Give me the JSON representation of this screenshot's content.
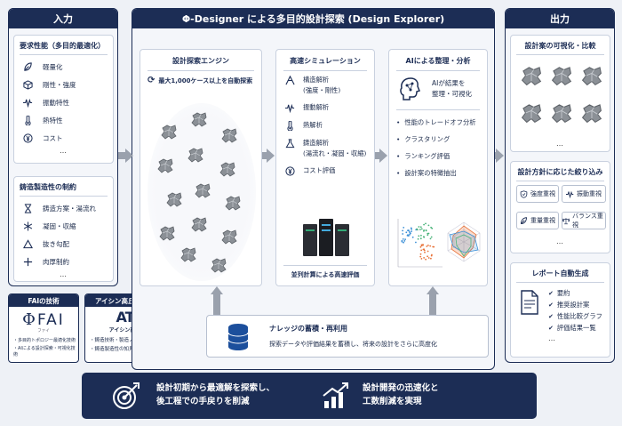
{
  "input": {
    "title": "入力",
    "req": {
      "title": "要求性能（多目的最適化）",
      "items": [
        {
          "icon": "leaf-icon",
          "label": "軽量化"
        },
        {
          "icon": "cube-icon",
          "label": "剛性・強度"
        },
        {
          "icon": "wave-icon",
          "label": "振動特性"
        },
        {
          "icon": "thermometer-icon",
          "label": "熱特性"
        },
        {
          "icon": "yen-icon",
          "label": "コスト"
        }
      ],
      "more": "…"
    },
    "cast": {
      "title": "鋳造製造性の制約",
      "items": [
        {
          "icon": "hourglass-icon",
          "label": "鋳造方案・湯流れ"
        },
        {
          "icon": "snowflake-icon",
          "label": "凝固・収縮"
        },
        {
          "icon": "triangle-icon",
          "label": "抜き勾配"
        },
        {
          "icon": "plus-icon",
          "label": "肉厚制約"
        }
      ],
      "more": "…"
    }
  },
  "fai": {
    "title": "FAIの技術",
    "logo": "FAI",
    "logo_sub": "ファイ",
    "items": [
      "・多目的トポロジー最適化技術",
      "・AIによる設計探索・可視化技術"
    ]
  },
  "aisin": {
    "title": "アイシン高丘の強み",
    "logo_name": "アイシン高丘",
    "items": [
      "・鋳造技術・製造ノウハウ",
      "・鋳造製造性の知見"
    ]
  },
  "center": {
    "title": "Φ-Designer による多目的設計探索 (Design Explorer)",
    "engine": {
      "title": "設計探索エンジン",
      "note": "最大1,000ケース以上を自動探索"
    },
    "sim": {
      "title": "高速シミュレーション",
      "items": [
        {
          "icon": "structure-icon",
          "label": "構造解析",
          "sub": "(強度・剛性)"
        },
        {
          "icon": "wave-icon",
          "label": "振動解析",
          "sub": ""
        },
        {
          "icon": "thermometer-icon",
          "label": "熱解析",
          "sub": ""
        },
        {
          "icon": "flask-icon",
          "label": "鋳造解析",
          "sub": "(湯流れ・凝固・収縮)"
        },
        {
          "icon": "yen-icon",
          "label": "コスト評価",
          "sub": ""
        }
      ],
      "footer": "並列計算による高速評価"
    },
    "ai": {
      "title": "AIによる整理・分析",
      "lead": "AIが結果を\n整理・可視化",
      "items": [
        "性能のトレードオフ分析",
        "クラスタリング",
        "ランキング評価",
        "設計案の特徴抽出"
      ]
    },
    "knowledge": {
      "title": "ナレッジの蓄積・再利用",
      "text": "探索データや評価結果を蓄積し、将来の設計をさらに高度化"
    }
  },
  "output": {
    "title": "出力",
    "vis": {
      "title": "設計案の可視化・比較",
      "more": "…"
    },
    "filter": {
      "title": "設計方針に応じた絞り込み",
      "buttons": [
        {
          "icon": "shield-icon",
          "label": "強度重視"
        },
        {
          "icon": "wave-icon",
          "label": "振動重視"
        },
        {
          "icon": "leaf-icon",
          "label": "重量重視"
        },
        {
          "icon": "scale-icon",
          "label": "バランス重視"
        }
      ],
      "more": "…"
    },
    "report": {
      "title": "レポート自動生成",
      "items": [
        "要約",
        "推奨設計案",
        "性能比較グラフ",
        "評価結果一覧"
      ],
      "more": "…"
    }
  },
  "bottom": {
    "msg1": "設計初期から最適解を探索し、\n後工程での手戻りを削減",
    "msg2": "設計開発の迅速化と\n工数削減を実現"
  }
}
